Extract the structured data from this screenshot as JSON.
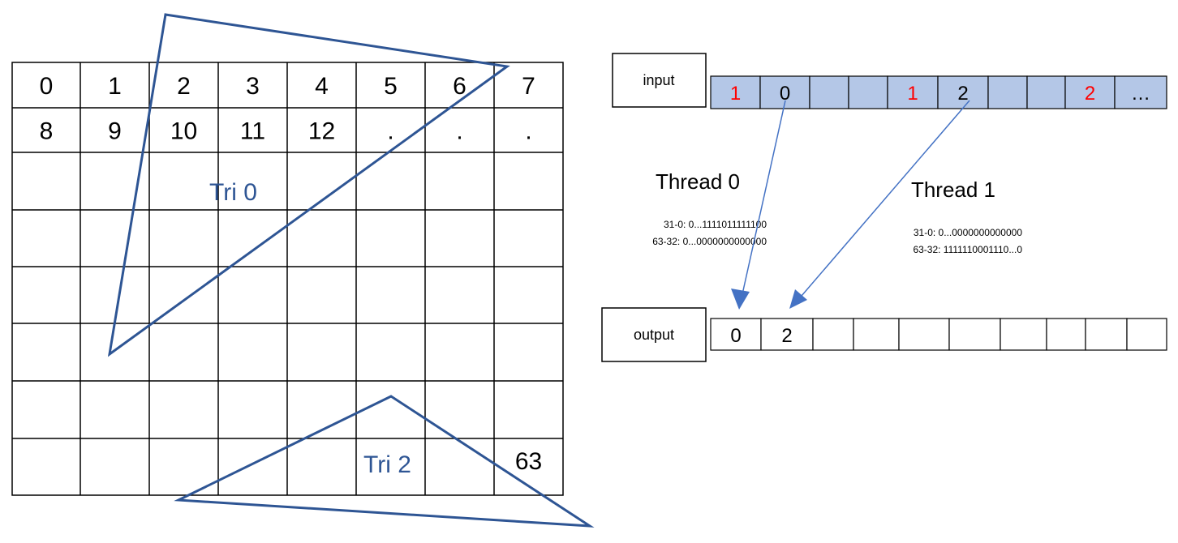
{
  "grid": {
    "cells": [
      "0",
      "1",
      "2",
      "3",
      "4",
      "5",
      "6",
      "7",
      "8",
      "9",
      "10",
      "11",
      "12",
      ".",
      ".",
      "."
    ],
    "last_cell": "63"
  },
  "triangles": {
    "tri0_label": "Tri 0",
    "tri2_label": "Tri 2"
  },
  "input": {
    "label": "input",
    "cells": [
      {
        "text": "1",
        "color": "#ff0000"
      },
      {
        "text": "0",
        "color": "#000000"
      },
      {
        "text": "",
        "color": "#000000"
      },
      {
        "text": "",
        "color": "#000000"
      },
      {
        "text": "1",
        "color": "#ff0000"
      },
      {
        "text": "2",
        "color": "#000000"
      },
      {
        "text": "",
        "color": "#000000"
      },
      {
        "text": "",
        "color": "#000000"
      },
      {
        "text": "2",
        "color": "#ff0000"
      },
      {
        "text": "…",
        "color": "#000000"
      }
    ],
    "fill_color": "#b4c7e7"
  },
  "threads": [
    {
      "title": "Thread 0",
      "line1": "31-0: 0...1111011111100",
      "line2": "63-32: 0...0000000000000"
    },
    {
      "title": "Thread 1",
      "line1": "31-0: 0...0000000000000",
      "line2": "63-32: 1111110001110...0"
    }
  ],
  "output": {
    "label": "output",
    "cells": [
      "0",
      "2",
      "",
      "",
      "",
      "",
      "",
      "",
      "",
      ""
    ]
  },
  "colors": {
    "triangle": "#2e5594",
    "arrow": "#4472c4",
    "grid": "#000000"
  }
}
